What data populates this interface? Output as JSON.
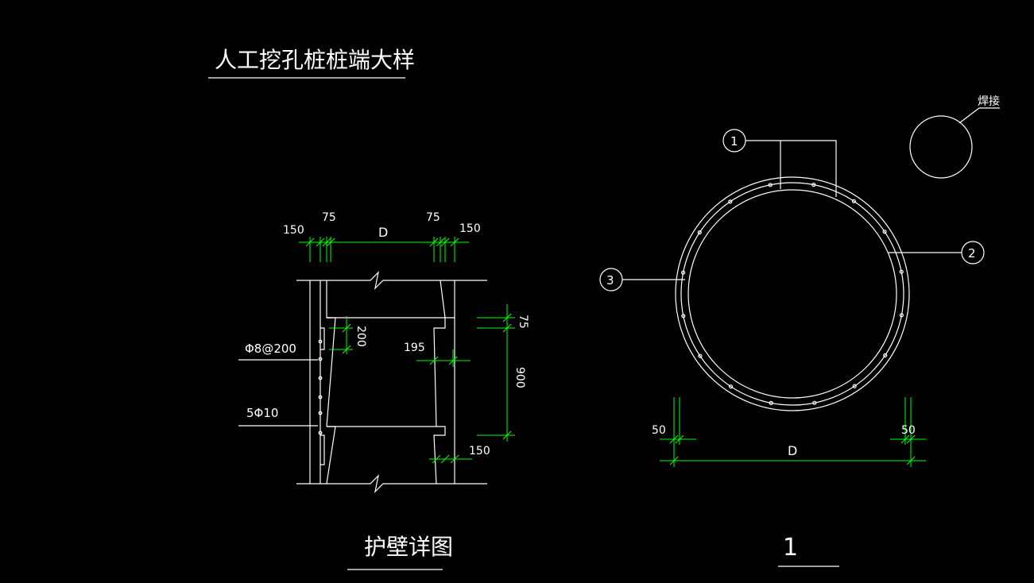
{
  "colors": {
    "background": "#000000",
    "line": "#ffffff",
    "dimension": "#00ff00"
  },
  "title": "人工挖孔桩桩端大样",
  "section_caption": "护壁详图",
  "plan_caption": "1",
  "weld_note": "焊接",
  "callouts": [
    "1",
    "2",
    "3"
  ],
  "rebar_labels": {
    "stirrup": "Φ8@200",
    "main": "5Φ10"
  },
  "section_dims": {
    "left_outer": "150",
    "left_inner": "75",
    "width": "D",
    "right_inner": "75",
    "right_outer": "150",
    "spacing": "200",
    "wall": "195",
    "top_step": "75",
    "segment_height": "900",
    "bottom_step": "150"
  },
  "plan_dims": {
    "left_cover": "50",
    "right_cover": "50",
    "diameter": "D"
  }
}
